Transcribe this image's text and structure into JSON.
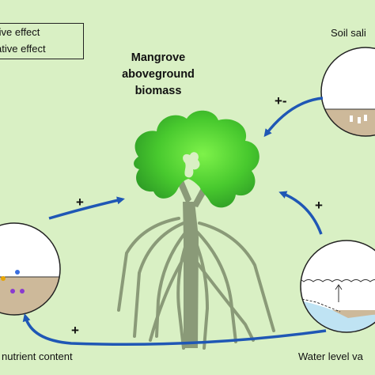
{
  "title_lines": [
    "Mangrove",
    "aboveground",
    "biomass"
  ],
  "legend": {
    "positive": "tive effect",
    "negative": "ative effect"
  },
  "factors": {
    "soil_salinity": "Soil sali",
    "water_level": "Water level va",
    "nutrient": "nutrient content"
  },
  "effects": {
    "soil_salinity": "+-",
    "water_level": "+",
    "nutrient": "+",
    "water_to_nutrient": "+"
  },
  "colors": {
    "background": "#d9f0c4",
    "arrow": "#1f57b5",
    "canopy": "#4fce32",
    "trunk": "#8a9a78"
  }
}
